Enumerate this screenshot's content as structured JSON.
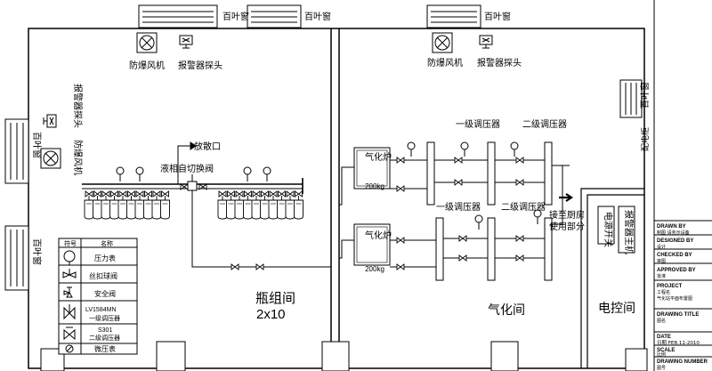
{
  "labels": {
    "louver": "百叶窗",
    "fan": "防爆风机",
    "alarm_probe": "报警器探头",
    "exhaust": "放散口",
    "switch_valve": "液相自切换阀",
    "vaporizer": "气化炉",
    "vaporizer_weight": "200kg",
    "reg1": "一级调压器",
    "reg2": "二级调压器",
    "kitchen": "接至厨房\n使用部分",
    "power_switch": "电源开关",
    "alarm_host": "报警器主机",
    "cabinet_label": "配电柜",
    "room_bottle": "瓶组间",
    "room_bottle_count": "2x10",
    "room_vapor": "气化间",
    "room_control": "电控间"
  },
  "legend": {
    "header_symbol": "符号",
    "header_name": "名称",
    "items": [
      {
        "icon": "pressure-gauge-icon",
        "name": "压力表"
      },
      {
        "icon": "ball-valve-icon",
        "name": "丝扣球阀"
      },
      {
        "icon": "safety-valve-icon",
        "name": "安全阀"
      },
      {
        "icon": "regulator-1-icon",
        "name": "LV1584MN\n一级调压器"
      },
      {
        "icon": "regulator-2-icon",
        "name": "S301\n二级调压器"
      },
      {
        "icon": "micro-gauge-icon",
        "name": "微压表"
      }
    ]
  },
  "titleblock": {
    "drawn_by": "DRAWN BY",
    "drawn_by_cn": "制图 请务示设备",
    "designed_by": "DESIGNED BY",
    "designed_by_cn": "设计",
    "checked_by": "CHECKED BY",
    "checked_by_cn": "审图",
    "approved_by": "APPROVED BY",
    "approved_by_cn": "批准",
    "project": "PROJECT",
    "project_cn1": "工程名",
    "project_cn2": "气化站平面布置图",
    "drawing_title": "DRAWING TITLE",
    "drawing_title_cn": "图名",
    "date": "DATE",
    "date_value": "日期  FEB.11-2010",
    "scale": "SCALE",
    "scale_cn": "比例",
    "drawing_number": "DRAWING NUMBER",
    "drawing_number_cn": "图号"
  }
}
